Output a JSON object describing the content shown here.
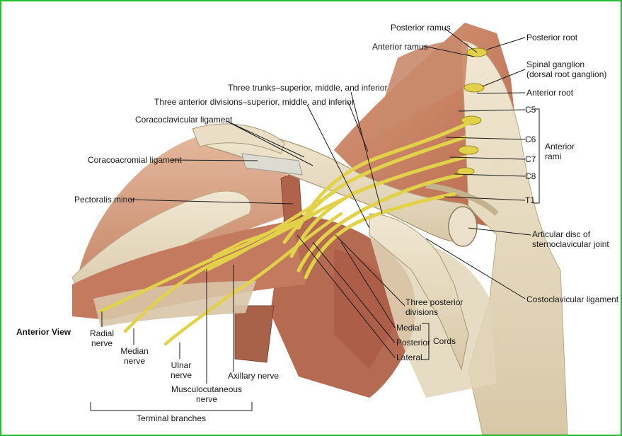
{
  "view_title": "Anterior View",
  "labels": {
    "posterior_ramus": "Posterior ramus",
    "anterior_ramus": "Anterior ramus",
    "posterior_root": "Posterior root",
    "spinal_ganglion_1": "Spinal ganglion",
    "spinal_ganglion_2": "(dorsal root ganglion)",
    "anterior_root": "Anterior root",
    "c5": "C5",
    "c6": "C6",
    "c7": "C7",
    "c8": "C8",
    "t1": "T1",
    "anterior_rami_1": "Anterior",
    "anterior_rami_2": "rami",
    "three_trunks": "Three trunks–superior, middle, and inferior",
    "three_anterior_divisions": "Three anterior divisions–superior, middle, and inferior",
    "coracoclavicular_ligament": "Coracoclavicular ligament",
    "coracoacromial_ligament": "Coracoacromial ligament",
    "pectoralis_minor": "Pectoralis minor",
    "articular_disc_1": "Articular disc of",
    "articular_disc_2": "sternoclavicular joint",
    "costoclavicular_ligament": "Costoclavicular ligament",
    "three_posterior_divisions_1": "Three posterior",
    "three_posterior_divisions_2": "divisions",
    "medial": "Medial",
    "posterior": "Posterior",
    "lateral": "Lateral",
    "cords": "Cords",
    "radial_nerve_1": "Radial",
    "radial_nerve_2": "nerve",
    "median_nerve_1": "Median",
    "median_nerve_2": "nerve",
    "ulnar_nerve_1": "Ulnar",
    "ulnar_nerve_2": "nerve",
    "axillary_nerve": "Axillary nerve",
    "musculocutaneous_nerve_1": "Musculocutaneous",
    "musculocutaneous_nerve_2": "nerve",
    "terminal_branches": "Terminal branches"
  },
  "colors": {
    "frame": "#22c02c",
    "nerve": "#e2d24a",
    "muscle": "#c47c62",
    "bone": "#e8ddc4",
    "ligament": "#dcdcd2",
    "leader": "#1a1a1a"
  }
}
